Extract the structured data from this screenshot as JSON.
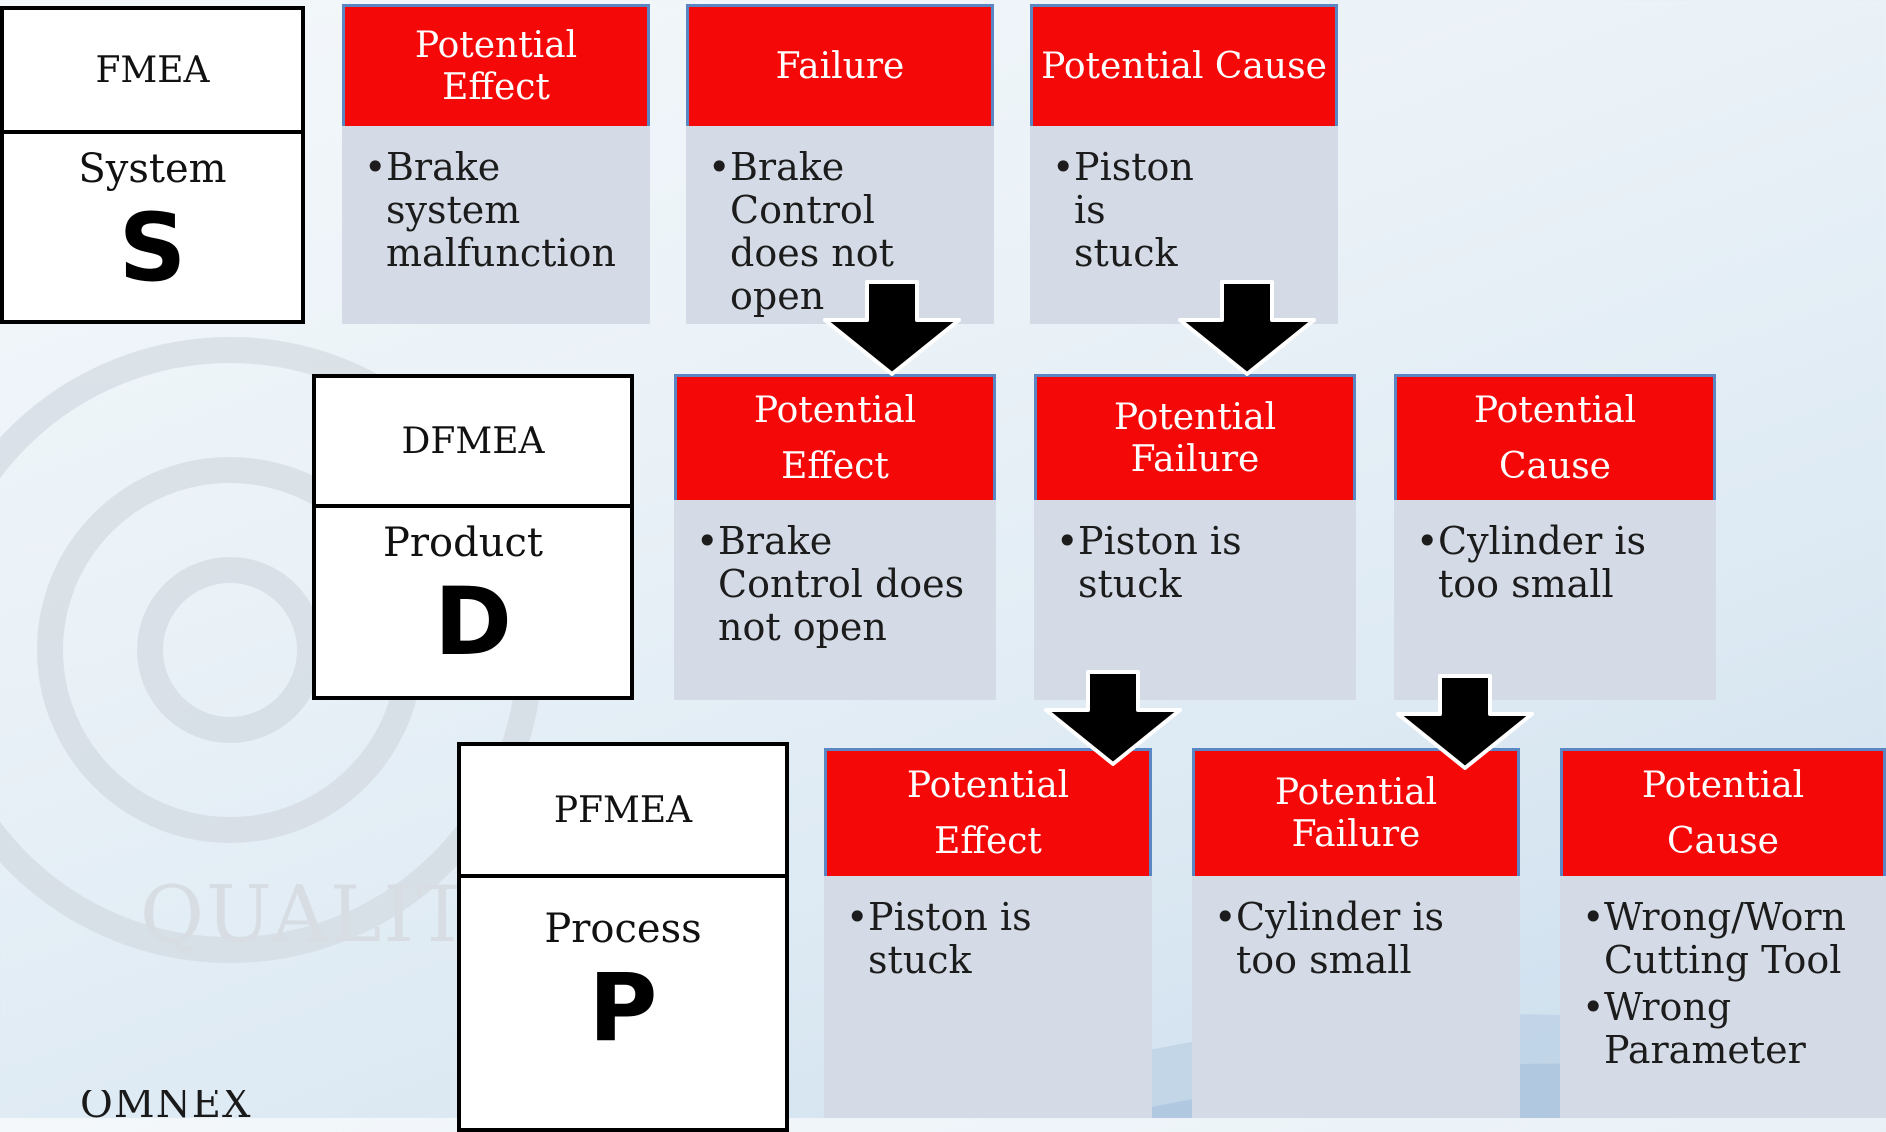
{
  "watermark": "QUALIT",
  "brand": "OMNEX",
  "rows": [
    {
      "label": {
        "title": "FMEA",
        "subtitle": "System",
        "letter": "S"
      },
      "cards": [
        {
          "header": "Potential Effect",
          "bullets": [
            "Brake system malfunction"
          ]
        },
        {
          "header": "Failure",
          "bullets": [
            "Brake Control does not open"
          ]
        },
        {
          "header": "Potential Cause",
          "bullets": [
            "Piston is stuck"
          ]
        }
      ]
    },
    {
      "label": {
        "title": "DFMEA",
        "subtitle": "Product",
        "letter": "D"
      },
      "cards": [
        {
          "header": "Potential Effect",
          "bullets": [
            "Brake Control does not open"
          ]
        },
        {
          "header": "Potential Failure",
          "bullets": [
            "Piston is stuck"
          ]
        },
        {
          "header": "Potential Cause",
          "bullets": [
            "Cylinder is too small"
          ]
        }
      ]
    },
    {
      "label": {
        "title": "PFMEA",
        "subtitle": "Process",
        "letter": "P"
      },
      "cards": [
        {
          "header": "Potential Effect",
          "bullets": [
            "Piston is stuck"
          ]
        },
        {
          "header": "Potential Failure",
          "bullets": [
            "Cylinder is too small"
          ]
        },
        {
          "header": "Potential Cause",
          "bullets": [
            "Wrong/Worn Cutting Tool",
            "Wrong Parameter"
          ]
        }
      ]
    }
  ],
  "colors": {
    "header": "#f50808",
    "card": "#d4dbe7",
    "arrow": "#000000"
  }
}
